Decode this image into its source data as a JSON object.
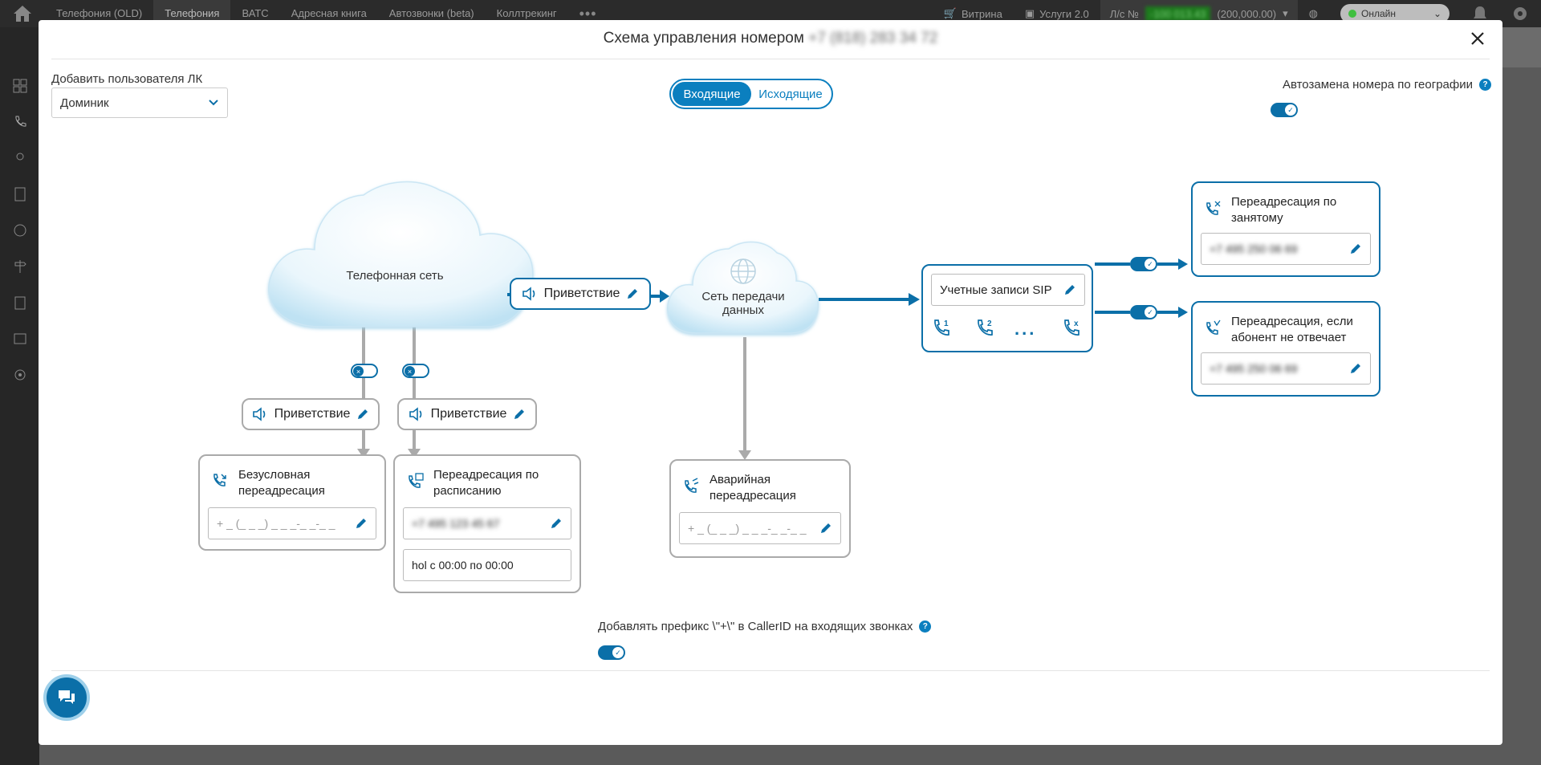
{
  "topnav": {
    "items": [
      "Телефония (OLD)",
      "Телефония",
      "ВАТС",
      "Адресная книга",
      "Автозвонки (beta)",
      "Коллтрекинг"
    ],
    "active_index": 1,
    "showcase": "Витрина",
    "services": "Услуги 2.0",
    "account_label": "Л/с №",
    "balance_hidden": "-100 013.43",
    "credit": "(200,000.00)",
    "status": "Онлайн"
  },
  "modal": {
    "title": "Схема управления номером",
    "title_number": "+7 (818) 283 34 72",
    "add_user_label": "Добавить пользователя ЛК",
    "user_selected": "Доминик",
    "tabs": [
      {
        "label": "Входящие",
        "active": true
      },
      {
        "label": "Исходящие",
        "active": false
      }
    ],
    "geo_label": "Автозамена номера по географии",
    "geo_enabled": true,
    "prefix_label": "Добавлять префикс \\\"+\\\" в CallerID на входящих звонках",
    "prefix_enabled": true
  },
  "diagram": {
    "phone_network": "Телефонная сеть",
    "data_network": "Сеть передачи данных",
    "greeting": "Приветствие",
    "sip_accounts": "Учетные записи SIP",
    "sip_more": "...",
    "unconditional": {
      "title": "Безусловная переадресация",
      "placeholder": "+ _ (_ _ _) _ _ _-_ _-_ _",
      "enabled": false
    },
    "schedule": {
      "title": "Переадресация по расписанию",
      "number": "+7 495 123 45 67",
      "schedule_text": "hol с 00:00 по 00:00",
      "enabled": false
    },
    "emergency": {
      "title": "Аварийная переадресация",
      "placeholder": "+ _ (_ _ _) _ _ _-_ _-_ _"
    },
    "busy": {
      "title": "Переадресация по занятому",
      "number": "+7 495 250 06 69",
      "enabled": true
    },
    "no_answer": {
      "title": "Переадресация, если абонент не отвечает",
      "number": "+7 495 250 06 69",
      "enabled": true
    }
  }
}
